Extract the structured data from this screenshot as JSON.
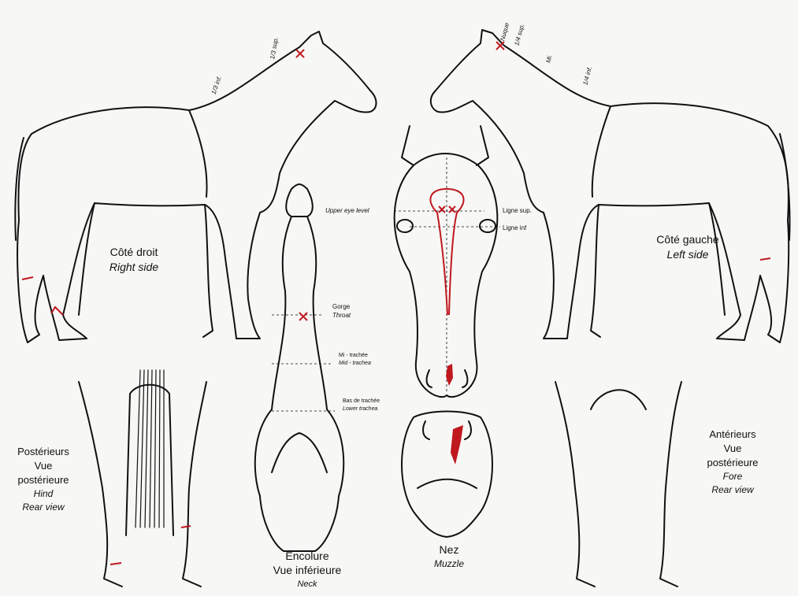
{
  "side_right": {
    "title": "Côté droit",
    "subtitle": "Right side",
    "marks": {
      "lower_third": "1/3 inf.",
      "upper_third": "1/3 sup."
    }
  },
  "side_left": {
    "title": "Côté gauche",
    "subtitle": "Left side",
    "marks": {
      "nuque": "Nuque",
      "upper_quarter": "1/4 sup.",
      "mid": "Mi.",
      "lower_quarter": "1/4 inf."
    }
  },
  "head": {
    "upper_eye_level": "Upper eye level",
    "ligne_sup": "Ligne sup.",
    "ligne_inf": "Ligne inf"
  },
  "neck": {
    "throat": {
      "fr": "Gorge",
      "en": "Throat"
    },
    "mid_trachea": {
      "fr": "Mi - trachée",
      "en": "Mid - trachea"
    },
    "lower_trachea": {
      "fr": "Bas de trachée",
      "en": "Lower trachea"
    },
    "title": {
      "fr1": "Encolure",
      "fr2": "Vue inférieure",
      "en": "Neck"
    }
  },
  "muzzle": {
    "fr": "Nez",
    "en": "Muzzle"
  },
  "hind": {
    "fr1": "Postérieurs",
    "fr2": "Vue",
    "fr3": "postérieure",
    "en1": "Hind",
    "en2": "Rear view"
  },
  "fore": {
    "fr1": "Antérieurs",
    "fr2": "Vue",
    "fr3": "postérieure",
    "en1": "Fore",
    "en2": "Rear view"
  },
  "colors": {
    "outline": "#111111",
    "marker": "#c0181f",
    "paper": "#f7f7f5"
  }
}
